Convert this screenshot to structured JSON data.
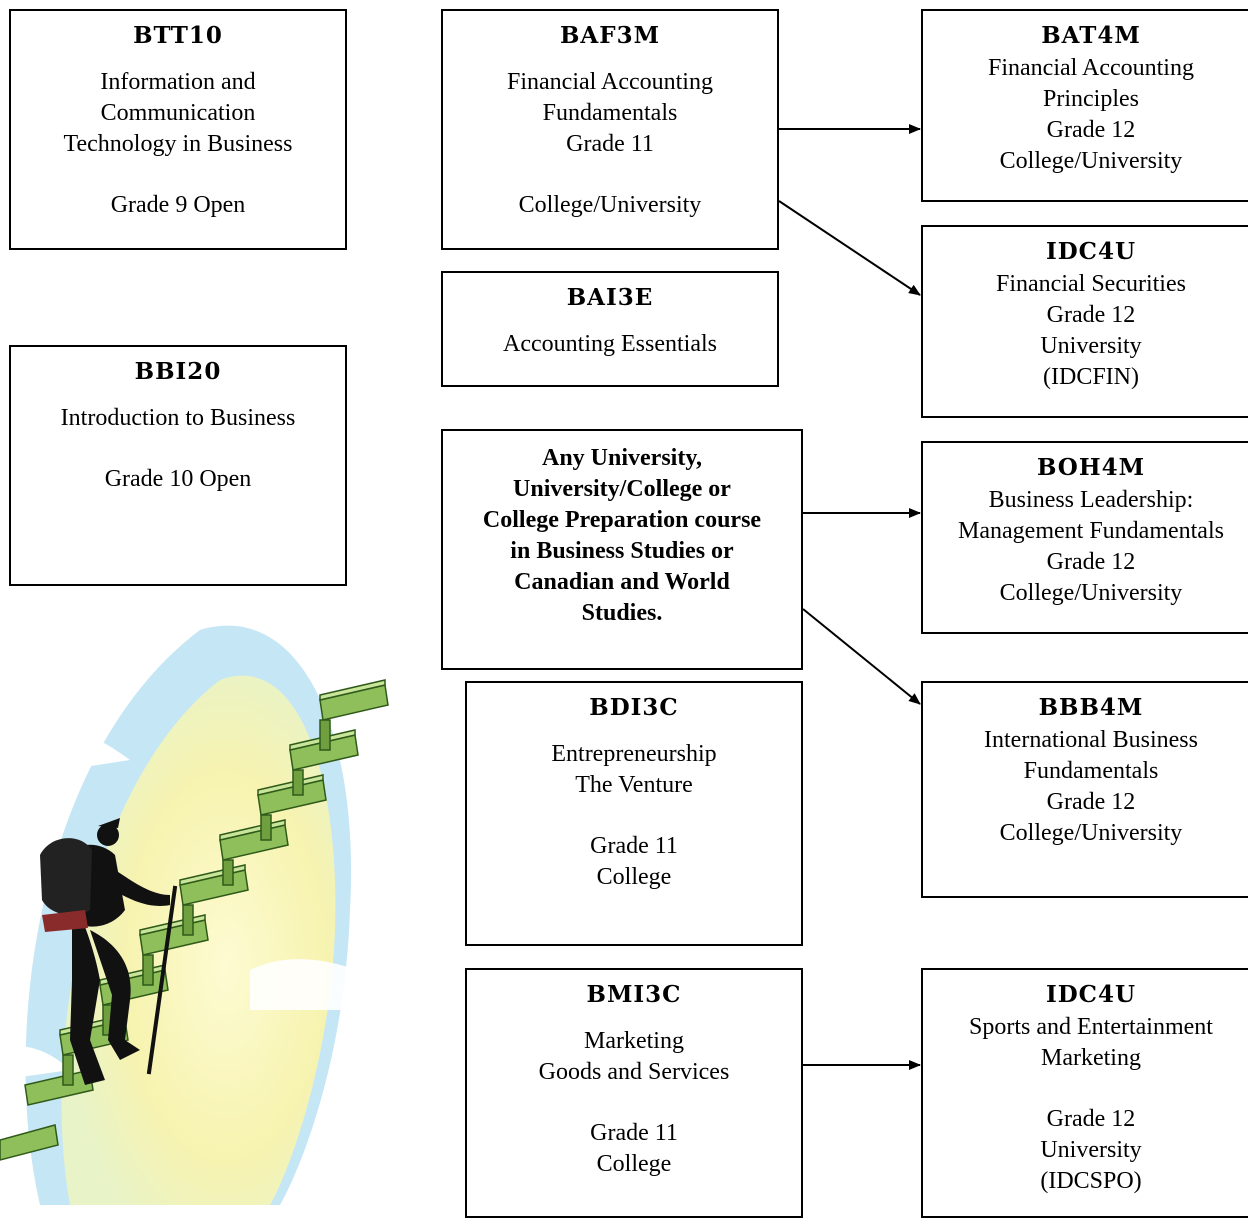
{
  "courses": {
    "btt10": {
      "code": "BTT10",
      "lines": [
        "Information and",
        "Communication",
        "Technology in Business"
      ],
      "grade": "Grade 9 Open"
    },
    "bbi20": {
      "code": "BBI20",
      "lines": [
        "Introduction to Business"
      ],
      "grade": "Grade 10 Open"
    },
    "baf3m": {
      "code": "BAF3M",
      "lines": [
        "Financial Accounting",
        "Fundamentals",
        "Grade 11"
      ],
      "grade": "College/University"
    },
    "bai3e": {
      "code": "BAI3E",
      "lines": [
        "Accounting Essentials"
      ]
    },
    "prereq": {
      "lines": [
        "Any University,",
        "University/College or",
        "College Preparation course",
        "in Business Studies or",
        "Canadian and World",
        "Studies."
      ]
    },
    "bdi3c": {
      "code": "BDI3C",
      "lines": [
        "Entrepreneurship",
        "The Venture"
      ],
      "grade_lines": [
        "Grade 11",
        "College"
      ]
    },
    "bmi3c": {
      "code": "BMI3C",
      "lines": [
        "Marketing",
        "Goods and Services"
      ],
      "grade_lines": [
        "Grade 11",
        "College"
      ]
    },
    "bat4m": {
      "code": "BAT4M",
      "lines": [
        "Financial Accounting",
        "Principles",
        "Grade 12",
        "College/University"
      ]
    },
    "idc4u_fin": {
      "code": "IDC4U",
      "lines": [
        "Financial Securities",
        "Grade 12",
        "University",
        "(IDCFIN)"
      ]
    },
    "boh4m": {
      "code": "BOH4M",
      "lines": [
        "Business Leadership:",
        "Management Fundamentals",
        "Grade 12",
        "College/University"
      ]
    },
    "bbb4m": {
      "code": "BBB4M",
      "lines": [
        "International Business",
        "Fundamentals",
        "Grade 12",
        "College/University"
      ]
    },
    "idc4u_spo": {
      "code": "IDC4U",
      "lines": [
        "Sports and Entertainment",
        "Marketing"
      ],
      "grade_lines": [
        "Grade 12",
        "University",
        "(IDCSPO)"
      ]
    }
  },
  "colors": {
    "border": "#000000",
    "money": "#8fbf5a",
    "sky": "#bfe3f3",
    "glow": "#fbf6b8"
  },
  "illustration": "hiker-climbing-money-stairs"
}
